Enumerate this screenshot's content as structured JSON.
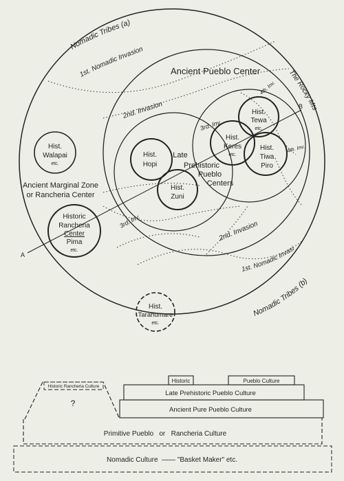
{
  "circle": {
    "nomadic_tribes_a": "Nomadic Tribes (a)",
    "nomadic_tribes_b": "Nomadic Tribes (b)",
    "first_nomadic_invasion_top": "1st. Nomadic Invasion",
    "first_nomadic_invasion_bottom": "1st. Nomadic Invasion",
    "ancient_pueblo_center": "Ancient Pueblo Center",
    "rocky_mts": "The Rocky Mts.",
    "second_invasion_top": "2nd. Invasion",
    "second_invasion_bottom": "2nd. Invasion",
    "third_inv_top": "3rd. Inv.",
    "third_inv_bottom": "3rd. Inv.",
    "fourth_inv_top": "4th. Inv.",
    "fourth_inv_right": "4th. Inv.",
    "late_prehistoric": [
      "Late",
      "Prehistoric",
      "Pueblo",
      "Centers"
    ],
    "ancient_marginal_zone": [
      "Ancient Marginal Zone",
      "or Rancheria Center"
    ],
    "point_a": "A",
    "point_b": "B",
    "hist": {
      "walapai": [
        "Hist.",
        "Walapai",
        "etc."
      ],
      "hopi": [
        "Hist.",
        "Hopi"
      ],
      "zuni": [
        "Hist.",
        "Zuni"
      ],
      "keres": [
        "Hist.",
        "Keres",
        "etc."
      ],
      "tewa": [
        "Hist.",
        "Tewa",
        "etc."
      ],
      "tiwa": [
        "Hist.",
        "Tiwa",
        "Piro"
      ],
      "rancheria": [
        "Historic",
        "Rancheria",
        "Center",
        "Pima",
        "etc."
      ],
      "tarahumare": [
        "Hist.",
        "Tarahumare",
        "etc."
      ]
    }
  },
  "strata": {
    "historic": "Historic",
    "pueblo_culture": "Pueblo Culture",
    "historic_rancheria_culture": "Historic Rancheria Culture",
    "question": "?",
    "late_prehistoric": "Late Prehistoric Pueblo Culture",
    "ancient_pure": "Ancient Pure Pueblo Culture",
    "primitive": "Primitive Pueblo   or   Rancheria Culture",
    "nomadic": "Nomadic Culture  —— \"Basket Maker\" etc."
  },
  "colors": {
    "paper": "#edeee6",
    "ink": "#222222"
  }
}
